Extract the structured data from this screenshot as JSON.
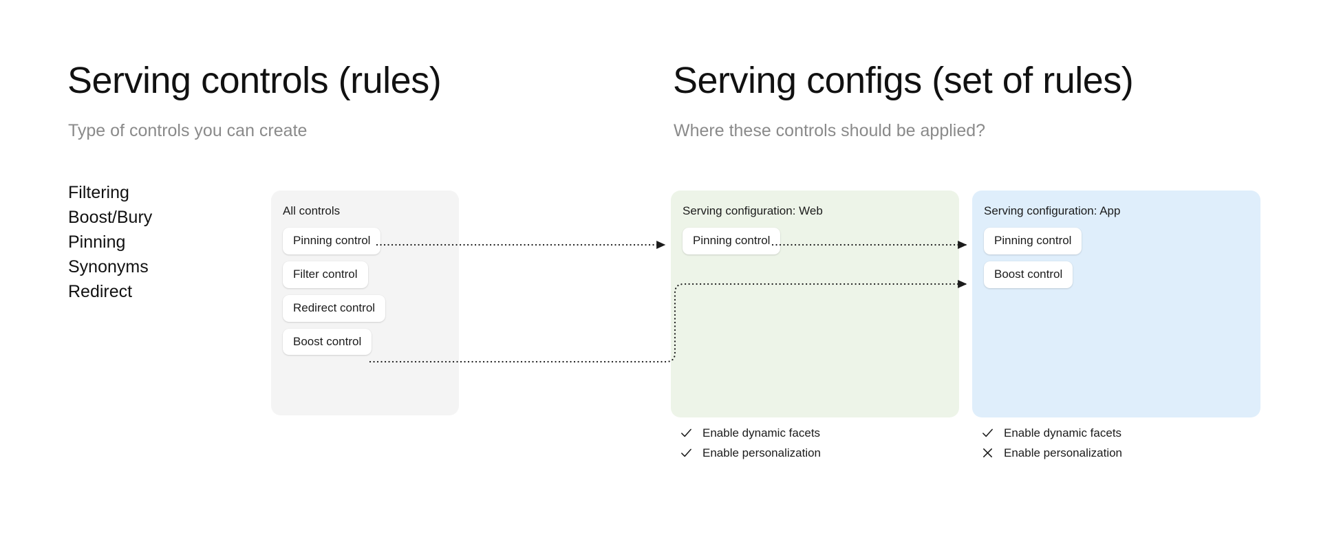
{
  "left_section": {
    "title": "Serving controls (rules)",
    "subtitle": "Type of controls you can create",
    "control_types": [
      {
        "label": "Filtering"
      },
      {
        "label": "Boost/Bury"
      },
      {
        "label": "Pinning"
      },
      {
        "label": "Synonyms"
      },
      {
        "label": "Redirect"
      }
    ]
  },
  "right_section": {
    "title": "Serving configs (set of rules)",
    "subtitle": "Where these controls should be applied?"
  },
  "panels": {
    "all_controls": {
      "title": "All controls",
      "background": "#f4f4f4",
      "chips": [
        {
          "label": "Pinning control"
        },
        {
          "label": "Filter control"
        },
        {
          "label": "Redirect control"
        },
        {
          "label": "Boost control"
        }
      ]
    },
    "serving_config_web": {
      "title": "Serving configuration: Web",
      "background": "#edf4e8",
      "chips": [
        {
          "label": "Pinning control"
        }
      ],
      "options": [
        {
          "label": "Enable dynamic facets",
          "icon": "check-icon",
          "state": "enabled"
        },
        {
          "label": "Enable personalization",
          "icon": "check-icon",
          "state": "enabled"
        }
      ]
    },
    "serving_config_app": {
      "title": "Serving configuration: App",
      "background": "#dfeefb",
      "chips": [
        {
          "label": "Pinning control"
        },
        {
          "label": "Boost control"
        }
      ],
      "options": [
        {
          "label": "Enable dynamic facets",
          "icon": "check-icon",
          "state": "enabled"
        },
        {
          "label": "Enable personalization",
          "icon": "close-icon",
          "state": "disabled"
        }
      ]
    }
  },
  "connectors": {
    "style": "dotted-arrow",
    "color": "#1b1b1b",
    "edges": [
      {
        "from": "all_controls.Pinning control",
        "to": "serving_config_web.Pinning control"
      },
      {
        "from": "serving_config_web.Pinning control",
        "to": "serving_config_app.Pinning control"
      },
      {
        "from": "all_controls.Boost control",
        "to": "serving_config_app.Boost control"
      }
    ]
  }
}
